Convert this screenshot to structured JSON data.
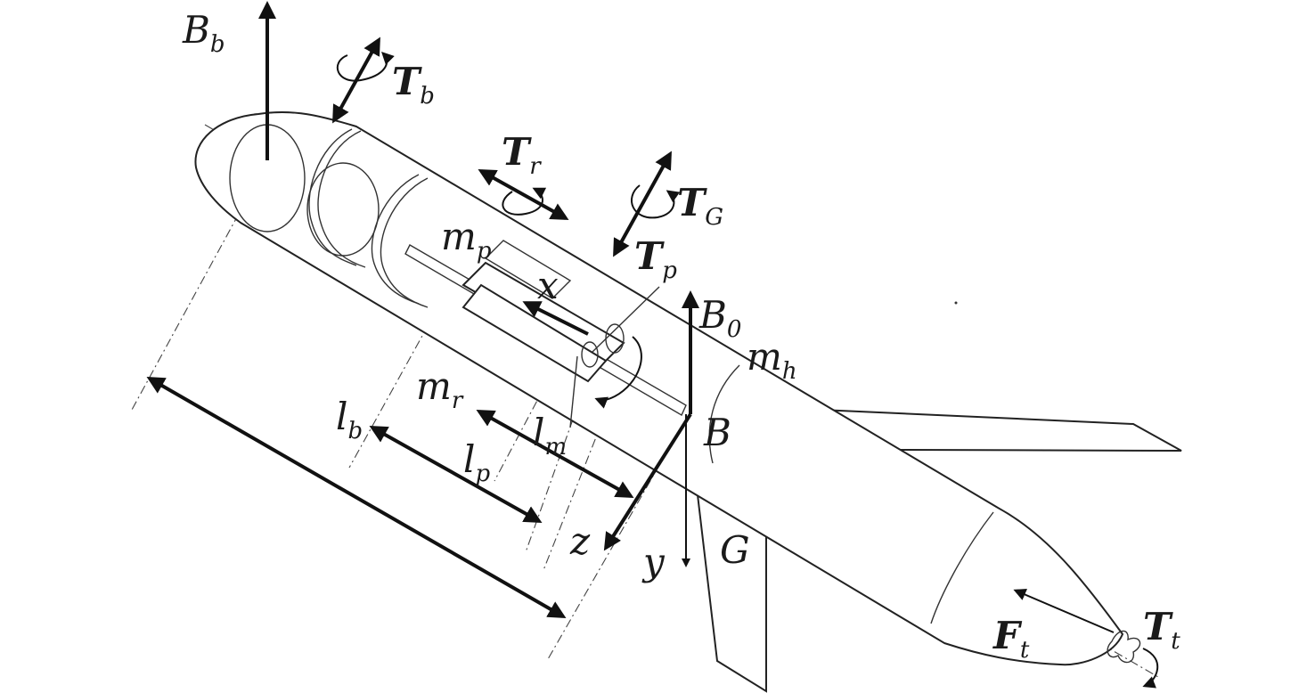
{
  "labels": {
    "Bb": {
      "main": "B",
      "sub": "b"
    },
    "Tb": {
      "main": "T",
      "sub": "b"
    },
    "Tr": {
      "main": "T",
      "sub": "r"
    },
    "TG": {
      "main": "T",
      "sub": "G"
    },
    "Tp": {
      "main": "T",
      "sub": "p"
    },
    "mp": {
      "main": "m",
      "sub": "p"
    },
    "x": {
      "main": "x"
    },
    "B0": {
      "main": "B",
      "sub": "0"
    },
    "mh": {
      "main": "m",
      "sub": "h"
    },
    "B": {
      "main": "B"
    },
    "mr": {
      "main": "m",
      "sub": "r"
    },
    "lb": {
      "main": "l",
      "sub": "b"
    },
    "lp": {
      "main": "l",
      "sub": "p"
    },
    "lm": {
      "main": "l",
      "sub": "m"
    },
    "z": {
      "main": "z"
    },
    "y": {
      "main": "y"
    },
    "G": {
      "main": "G"
    },
    "Ft": {
      "main": "F",
      "sub": "t"
    },
    "Tt": {
      "main": "T",
      "sub": "t"
    }
  },
  "colors": {
    "ink": "#1a1a1a",
    "background": "#ffffff"
  }
}
